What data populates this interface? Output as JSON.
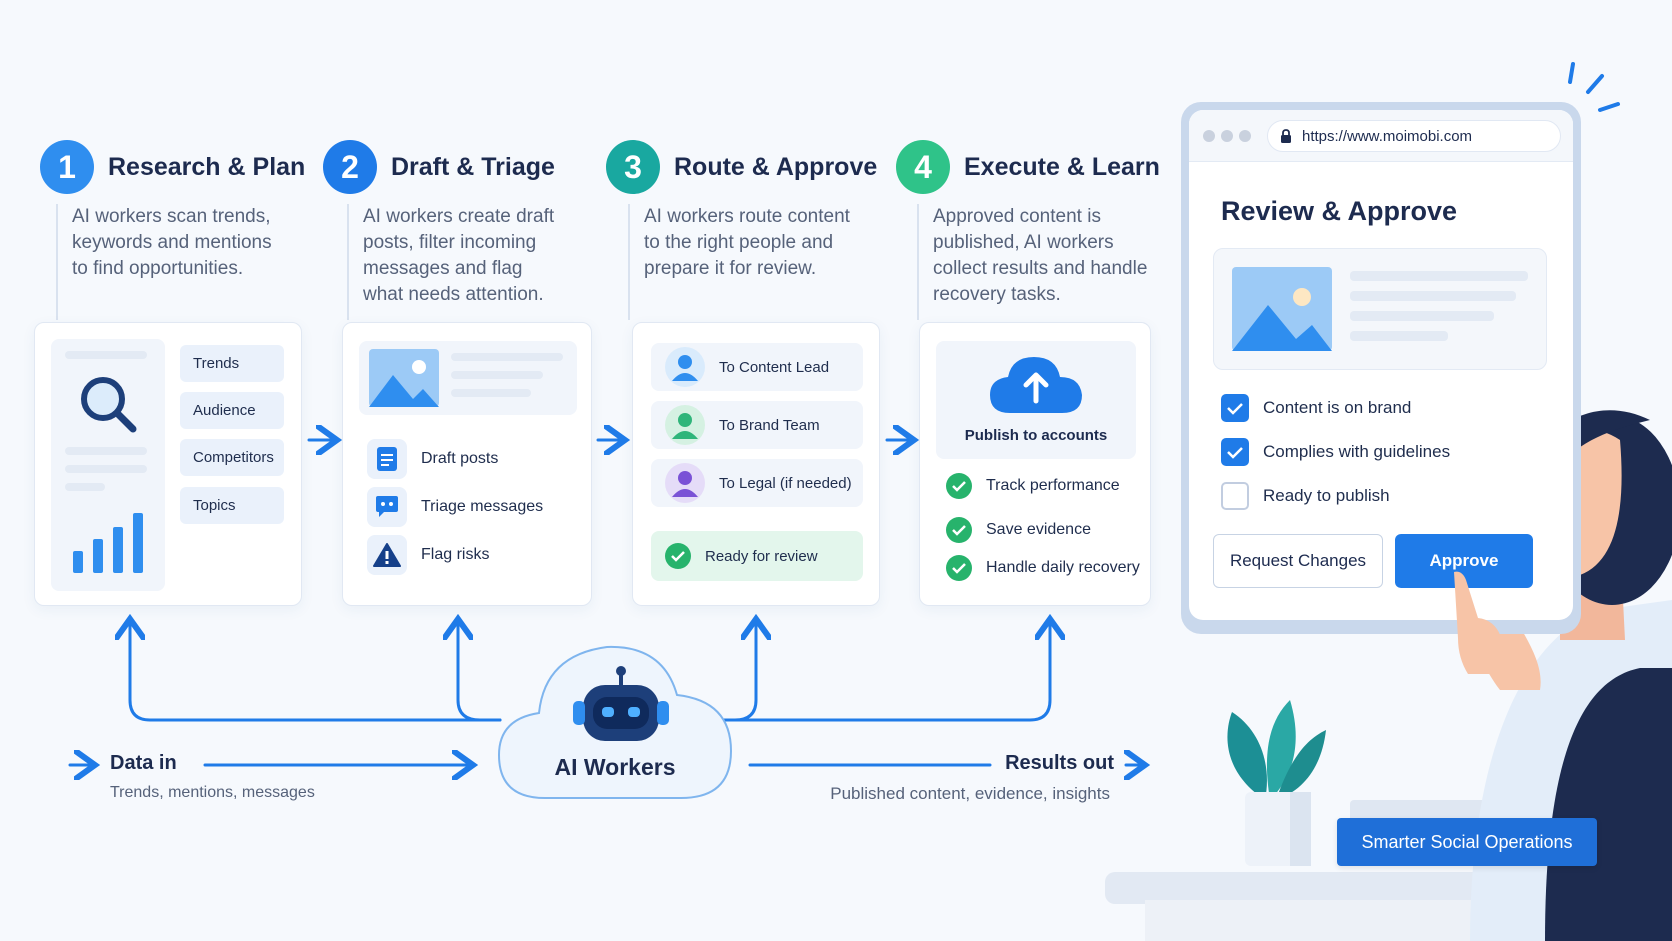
{
  "steps": [
    {
      "number": "1",
      "title": "Research & Plan",
      "color": "#2f8eef",
      "desc_lines": [
        "AI workers scan trends,",
        "keywords and mentions",
        "to find opportunities."
      ]
    },
    {
      "number": "2",
      "title": "Draft & Triage",
      "color": "#1f7be8",
      "desc_lines": [
        "AI workers create draft",
        "posts, filter incoming",
        "messages and flag",
        "what needs attention."
      ]
    },
    {
      "number": "3",
      "title": "Route & Approve",
      "color": "#19a8a0",
      "desc_lines": [
        "AI workers route content",
        "to the right people and",
        "prepare it for review."
      ]
    },
    {
      "number": "4",
      "title": "Execute & Learn",
      "color": "#2fc389",
      "desc_lines": [
        "Approved content is",
        "published, AI workers",
        "collect results and handle",
        "recovery tasks."
      ]
    }
  ],
  "research_card": {
    "icon": "search-icon",
    "chips": [
      "Trends",
      "Audience",
      "Competitors",
      "Topics"
    ]
  },
  "draft_card": {
    "items": [
      {
        "icon": "document-icon",
        "label": "Draft posts"
      },
      {
        "icon": "chat-icon",
        "label": "Triage messages"
      },
      {
        "icon": "warning-icon",
        "label": "Flag risks"
      }
    ]
  },
  "route_card": {
    "items": [
      {
        "label": "To Content Lead",
        "color": "#2f8eef"
      },
      {
        "label": "To Brand Team",
        "color": "#2fb57a"
      },
      {
        "label": "To Legal (if needed)",
        "color": "#7a52d6"
      }
    ],
    "ready_label": "Ready for review"
  },
  "execute_card": {
    "publish_label": "Publish to accounts",
    "items": [
      "Track performance",
      "Save evidence",
      "Handle daily recovery"
    ]
  },
  "flow": {
    "hub_label": "AI Workers",
    "data_in_title": "Data in",
    "data_in_sub": "Trends, mentions, messages",
    "results_out_title": "Results out",
    "results_out_sub": "Published content, evidence, insights"
  },
  "browser": {
    "url": "https://www.moimobi.com",
    "heading": "Review & Approve",
    "checks": [
      {
        "label": "Content is on brand",
        "checked": true
      },
      {
        "label": "Complies with guidelines",
        "checked": true
      },
      {
        "label": "Ready to publish",
        "checked": false
      }
    ],
    "request_changes_label": "Request Changes",
    "approve_label": "Approve"
  },
  "book_label": "Smarter Social Operations",
  "colors": {
    "accent": "#1f7be8",
    "success": "#27b36c",
    "text": "#1d2b4f"
  }
}
